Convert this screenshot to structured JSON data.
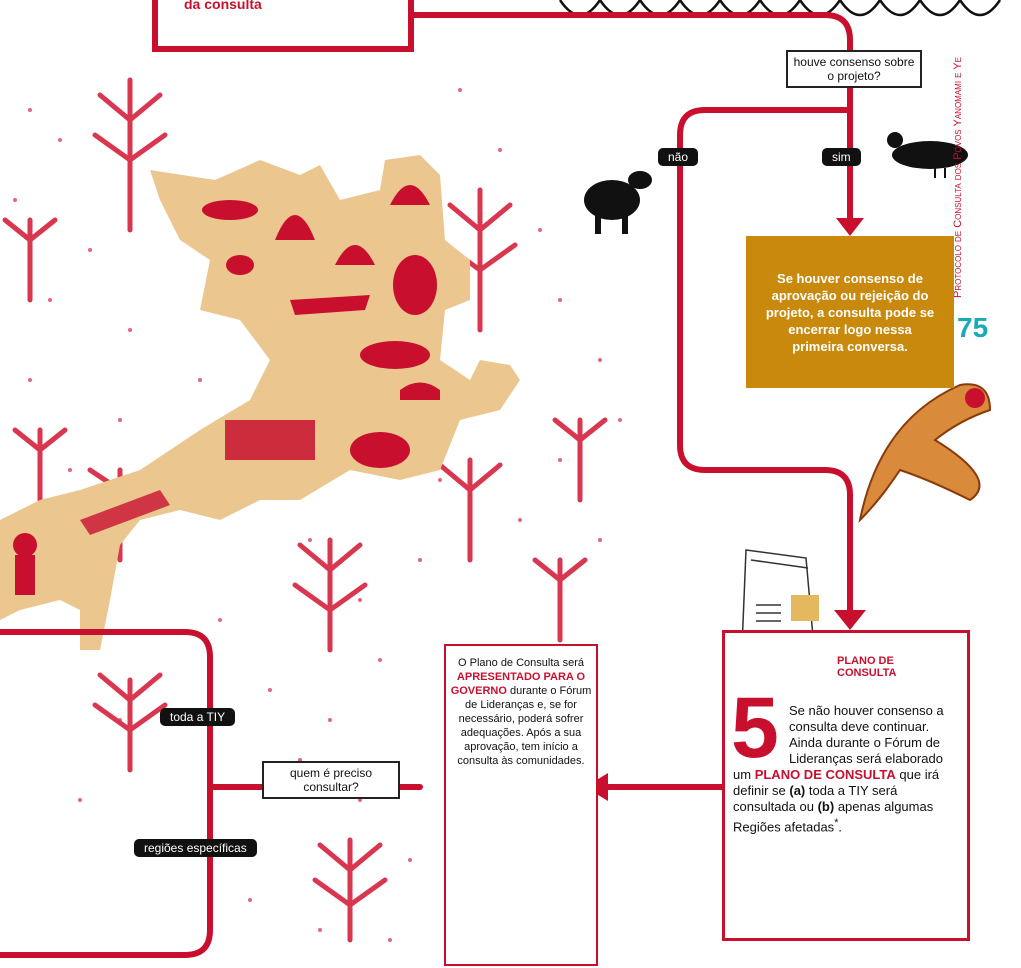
{
  "colors": {
    "accent_red": "#c8102e",
    "ochre_box": "#c9890c",
    "sand": "#ecc68f",
    "teal_page_number": "#1aa9b8"
  },
  "top_box": {
    "text": "da consulta"
  },
  "header": {
    "running_title": "Protocolo de Consulta dos Povos Yanomami e Ye"
  },
  "page_number": "75",
  "decision_1": {
    "question": "houve consenso sobre o projeto?",
    "answer_no": "não",
    "answer_yes": "sim"
  },
  "consensus_box": {
    "text": "Se houver consenso de aprovação ou rejeição do projeto, a consulta pode se encerrar logo nessa primeira conversa."
  },
  "plan_box": {
    "title": "PLANO DE CONSULTA",
    "step_number": "5",
    "text_1": "Se não houver consenso a consulta deve continuar. Ainda durante o Fórum de Lideranças será elaborado um",
    "highlight": "PLANO DE CONSULTA",
    "text_2": "que irá definir se",
    "option_a_label": "(a)",
    "option_a_text": "toda a TIY será consultada ou",
    "option_b_label": "(b)",
    "option_b_text": "apenas algumas Regiões afetadas",
    "footnote_mark": "*",
    "text_end": "."
  },
  "govt_box": {
    "text_1": "O Plano de Consulta será",
    "highlight": "APRESENTADO PARA O GOVERNO",
    "text_2": "durante o Fórum de Lideranças e, se for necessário, poderá sofrer adequações. Após a sua aprovação, tem início a consulta às comunidades."
  },
  "decision_2": {
    "question": "quem é preciso consultar?",
    "option_1": "toda a TIY",
    "option_2": "regiões específicas"
  },
  "icons": {
    "document_1": "document-icon",
    "document_2": "document-icon",
    "tapir": "tapir-icon",
    "bird": "bird-icon",
    "parrot": "parrot-icon"
  }
}
